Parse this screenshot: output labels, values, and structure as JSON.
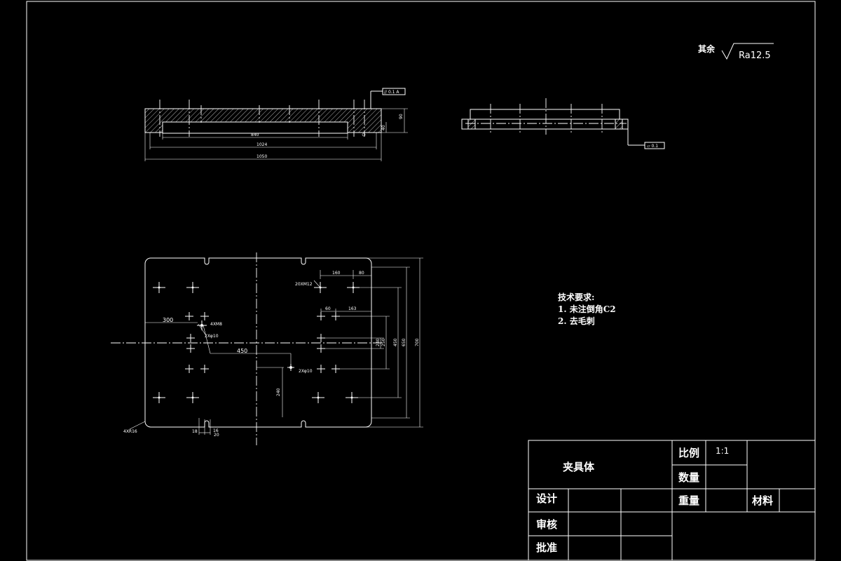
{
  "roughness": {
    "label": "其余",
    "value": "Ra12.5"
  },
  "tech_requirements": {
    "title": "技术要求:",
    "items": [
      "1. 未注倒角C2",
      "2. 去毛刺"
    ]
  },
  "front_view": {
    "dims": {
      "inner": "840",
      "mid": "1024",
      "overall": "1050",
      "height": "90",
      "step": "40"
    },
    "tolerance_frame": "// 0.1 A"
  },
  "side_view": {
    "tolerance_frame": "▱ 0.1"
  },
  "plan_view": {
    "labels": {
      "tapped_holes": "20XM12",
      "ref_300": "300",
      "ref_450": "450",
      "small_hole": "4XM8",
      "pin_hole": "2Xφ10",
      "pin_hole2": "2Xφ10",
      "corner": "4XR16",
      "d160": "160",
      "d80": "80",
      "d60": "60",
      "d163": "163",
      "d240": "240",
      "d250": "250",
      "d450": "450",
      "d650": "650",
      "d700": "700",
      "d18": "18",
      "d16": "16",
      "d20": "20",
      "d240b": "240"
    }
  },
  "title_block": {
    "part_name": "夹具体",
    "scale_label": "比例",
    "scale_value": "1:1",
    "quantity_label": "数量",
    "weight_label": "重量",
    "material_label": "材料",
    "design_label": "设计",
    "review_label": "审核",
    "approve_label": "批准"
  }
}
